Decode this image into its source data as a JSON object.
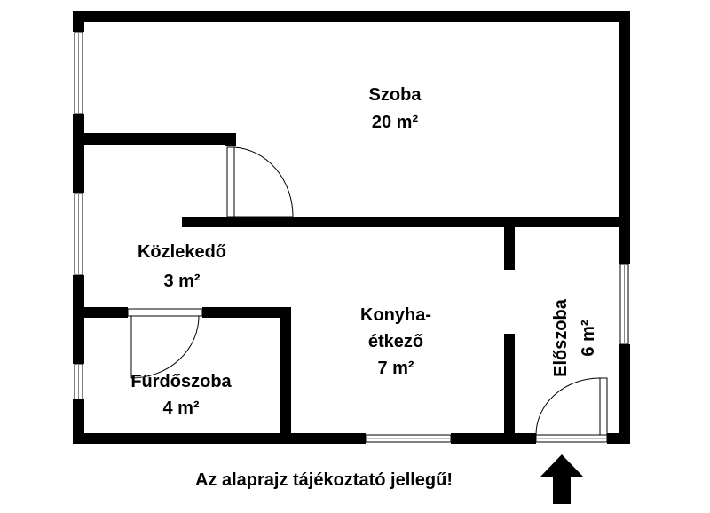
{
  "rooms": {
    "szoba": {
      "name": "Szoba",
      "area": "20 m²"
    },
    "kozlekedo": {
      "name": "Közlekedő",
      "area": "3 m²"
    },
    "konyha": {
      "name_line1": "Konyha-",
      "name_line2": "étkező",
      "area": "7 m²"
    },
    "furdoszoba": {
      "name": "Fürdőszoba",
      "area": "4 m²"
    },
    "eloszoba": {
      "name": "Előszoba",
      "area": "6 m²"
    }
  },
  "disclaimer": "Az alaprajz tájékoztató jellegű!",
  "icons": {
    "entrance": "entrance-arrow-icon"
  },
  "colors": {
    "wall": "#000000",
    "background": "#ffffff"
  }
}
